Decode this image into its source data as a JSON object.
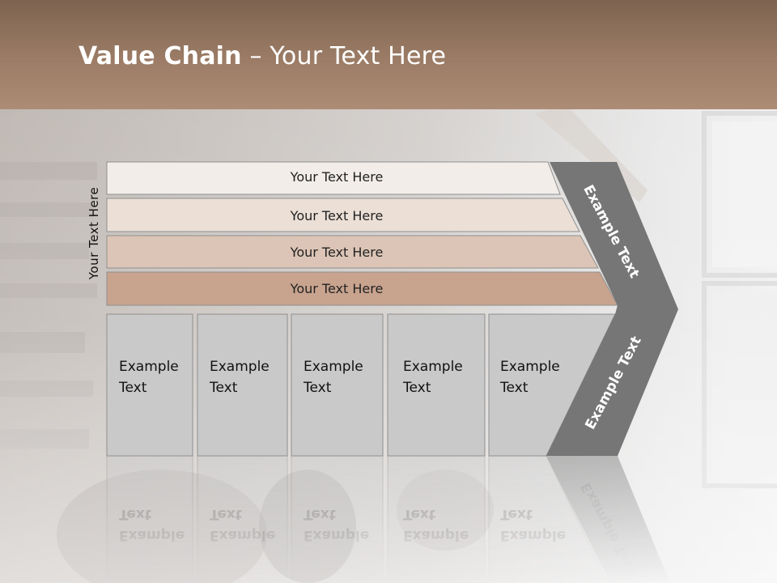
{
  "slide": {
    "title_bold": "Value Chain",
    "title_rest": " – Your Text Here",
    "side_label": "Your Text Here"
  },
  "bars": [
    {
      "label": "Your Text Here",
      "color": "#f2ede8"
    },
    {
      "label": "Your Text Here",
      "color": "#ebdfd6"
    },
    {
      "label": "Your Text Here",
      "color": "#dcc5b6"
    },
    {
      "label": "Your Text Here",
      "color": "#c8a38e"
    }
  ],
  "boxes": [
    {
      "line1": "Example",
      "line2": "Text"
    },
    {
      "line1": "Example",
      "line2": "Text"
    },
    {
      "line1": "Example",
      "line2": "Text"
    },
    {
      "line1": "Example",
      "line2": "Text"
    },
    {
      "line1": "Example",
      "line2": "Text"
    }
  ],
  "chevron": {
    "upper_label": "Example Text",
    "lower_label": "Example Text",
    "color": "#767676"
  },
  "colors": {
    "title_band": "#9c7c66",
    "box_fill": "#c9c9c9",
    "box_border": "#8f8f8f"
  }
}
